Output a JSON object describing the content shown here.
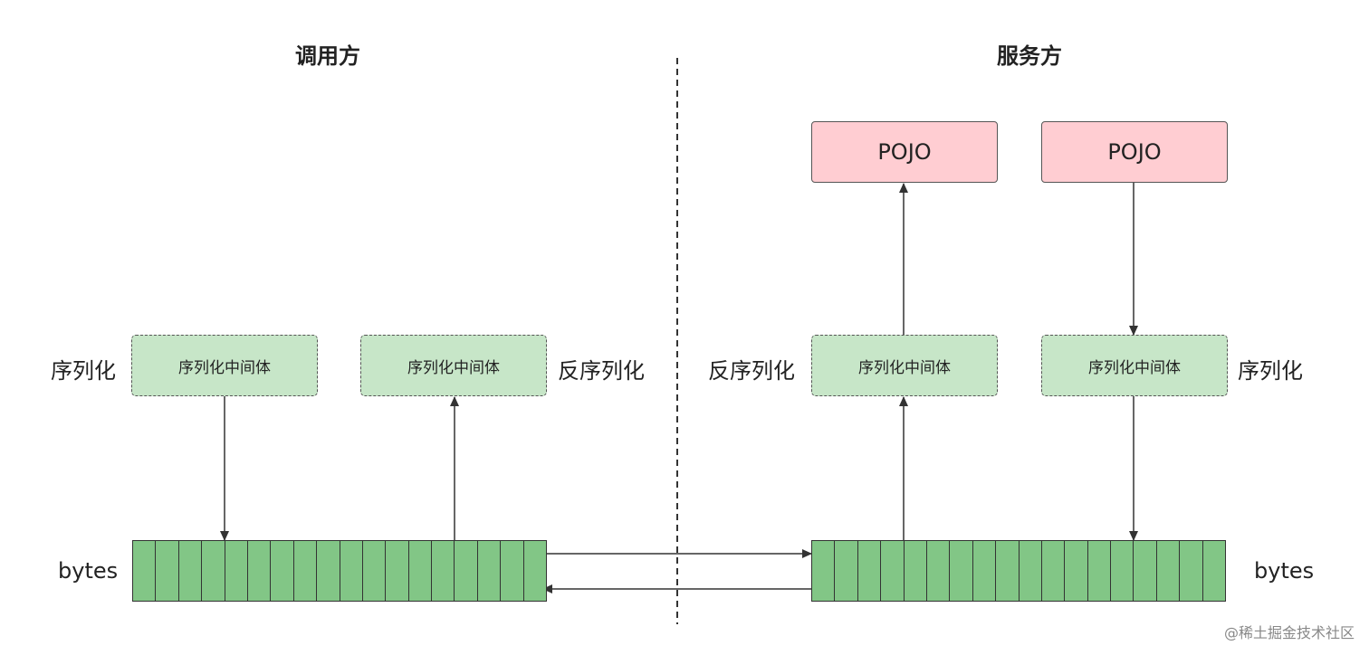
{
  "left_section": {
    "title": "调用方",
    "serialize_label": "序列化",
    "deserialize_label": "反序列化",
    "intermediate_1": "序列化中间体",
    "intermediate_2": "序列化中间体",
    "bytes_label": "bytes",
    "byte_cells": 18
  },
  "right_section": {
    "title": "服务方",
    "deserialize_label": "反序列化",
    "serialize_label": "序列化",
    "intermediate_1": "序列化中间体",
    "intermediate_2": "序列化中间体",
    "pojo_1": "POJO",
    "pojo_2": "POJO",
    "bytes_label": "bytes",
    "byte_cells": 18
  },
  "watermark": "@稀土掘金技术社区",
  "colors": {
    "intermediate_fill": "#c7e6c8",
    "pojo_fill": "#ffcdd2",
    "bytes_fill": "#82c686",
    "line": "#333333"
  }
}
